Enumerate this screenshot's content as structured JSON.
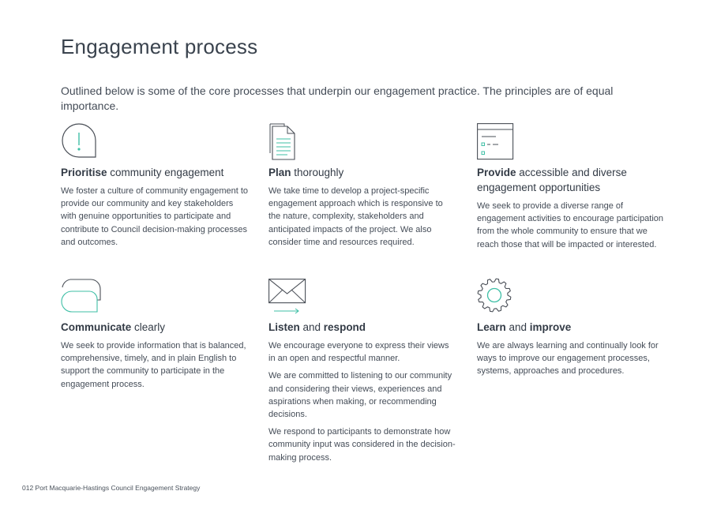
{
  "page": {
    "title": "Engagement process",
    "intro": "Outlined below is some of the core processes that underpin our engagement practice. The principles are of equal importance."
  },
  "cards": [
    {
      "icon": "speech-bubble-icon",
      "heading_bold": "Prioritise",
      "heading_rest": " community engagement",
      "paragraphs": [
        "We foster a culture of community engagement to provide our community and key stakeholders with genuine opportunities to participate and contribute to Council decision-making processes and outcomes."
      ]
    },
    {
      "icon": "document-icon",
      "heading_bold": "Plan",
      "heading_rest": " thoroughly",
      "paragraphs": [
        "We take time to develop a project-specific engagement approach which is responsive to the nature, complexity, stakeholders and anticipated impacts of the project. We also consider time and resources required."
      ]
    },
    {
      "icon": "checklist-icon",
      "heading_bold": "Provide",
      "heading_rest": " accessible and diverse engagement opportunities",
      "paragraphs": [
        "We seek to provide a diverse range of engagement activities to encourage participation from the whole community to ensure that we reach those that will be impacted or interested."
      ]
    },
    {
      "icon": "chat-bubbles-icon",
      "heading_bold": "Communicate",
      "heading_rest": " clearly",
      "paragraphs": [
        "We seek to provide information that is balanced, comprehensive, timely, and in plain English to support the community to participate in the engagement process."
      ]
    },
    {
      "icon": "envelope-icon",
      "heading_bold": "Listen",
      "heading_mid": " and ",
      "heading_bold2": "respond",
      "paragraphs": [
        "We encourage everyone to express their views in an open and respectful manner.",
        "We are committed to listening to our community and considering their views, experiences and aspirations when making, or recommending decisions.",
        "We respond to participants to demonstrate how community input was considered in the decision-making process."
      ]
    },
    {
      "icon": "gear-icon",
      "heading_bold": "Learn",
      "heading_mid": " and ",
      "heading_bold2": "improve",
      "paragraphs": [
        "We are always learning and continually look for ways to improve our engagement processes, systems, approaches and procedures."
      ]
    }
  ],
  "footer": "012  Port Macquarie-Hastings Council Engagement Strategy",
  "colors": {
    "accent": "#3fbfa6",
    "line": "#4a4f57"
  }
}
